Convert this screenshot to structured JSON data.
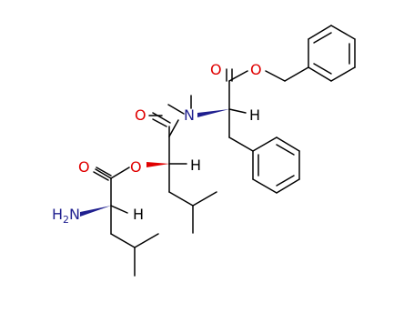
{
  "molecule": {
    "atom_labels": {
      "o_ester_carbonyl": "O",
      "o_ester_link": "O",
      "o_amide_carbonyl": "O",
      "n_amide": "N",
      "h_phe_alpha": "H",
      "o_leu_carbonyl": "O",
      "o_lactate_link": "O",
      "h_lac_alpha": "H",
      "amine": "H",
      "amine_sub": "2",
      "amine_n": "N",
      "h_leu_alpha": "H"
    }
  },
  "colors": {
    "oxygen": "#e00000",
    "nitrogen": "#1f1f8f",
    "bond": "#000000",
    "wedge_oxygen": "#e00000",
    "wedge_nitrogen": "#1f1f8f"
  }
}
